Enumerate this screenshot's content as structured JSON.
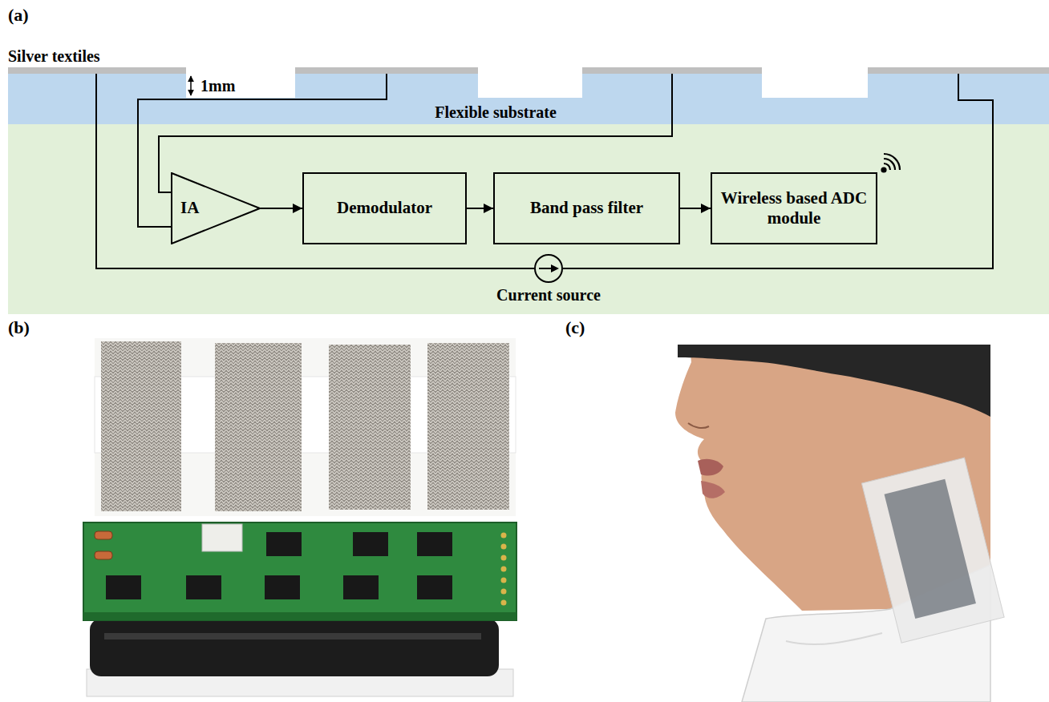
{
  "diagram": {
    "nodes": [
      {
        "text": [
          "Flexible substrate"
        ]
      },
      {
        "text": [
          "IA"
        ]
      },
      {
        "text": [
          "Demodulator"
        ]
      },
      {
        "text": [
          "Band pass filter"
        ]
      },
      {
        "text": [
          "Wireless based ADC module"
        ]
      },
      {
        "text": [
          "Current source"
        ]
      }
    ],
    "edges": [
      {
        "from": 1,
        "to": 2,
        "arrow": "to"
      },
      {
        "from": 2,
        "to": 3,
        "arrow": "to"
      },
      {
        "from": 3,
        "to": 4,
        "arrow": "to"
      }
    ],
    "labels": [
      "(a)",
      "Silver textiles",
      "1mm",
      "(b)",
      "(c)"
    ]
  }
}
